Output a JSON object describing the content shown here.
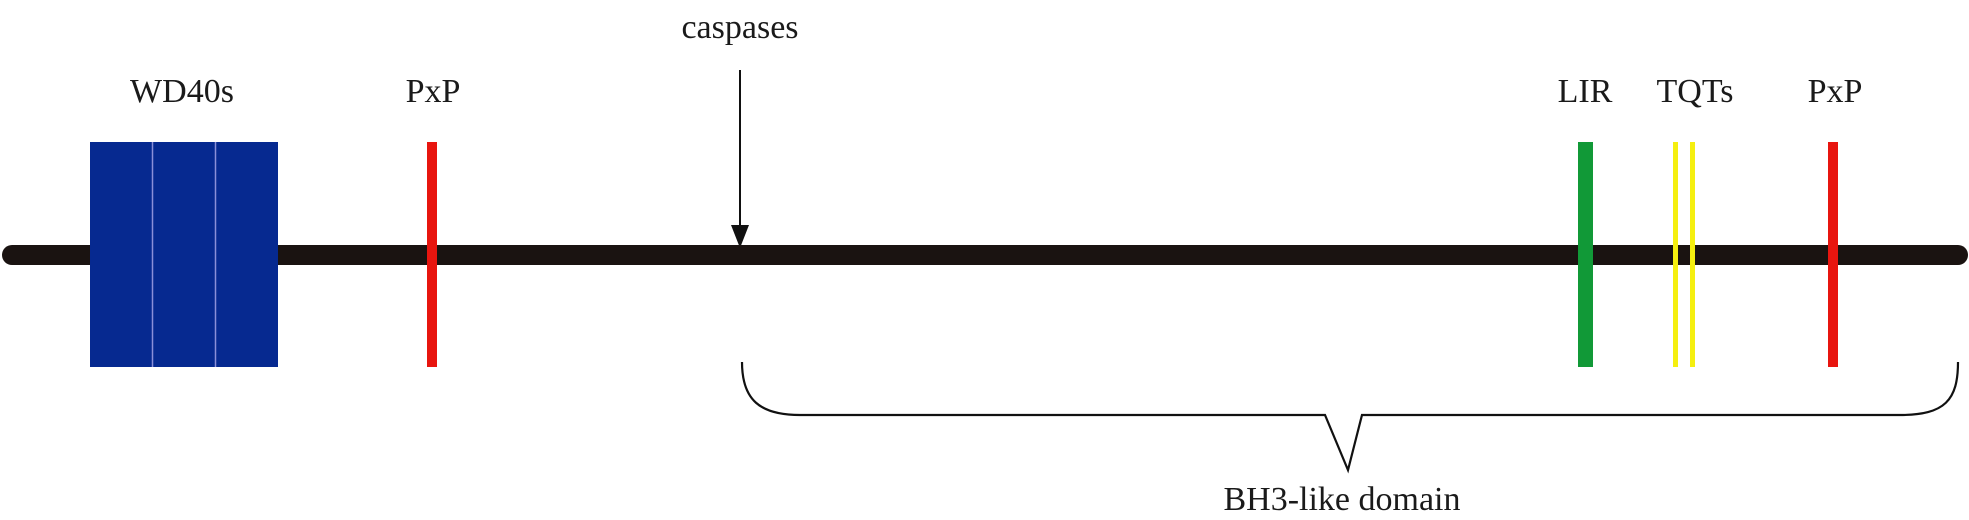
{
  "labels": {
    "caspases": "caspases",
    "wd40s": "WD40s",
    "pxp_left": "PxP",
    "lir": "LIR",
    "tqts": "TQTs",
    "pxp_right": "PxP",
    "bh3_domain": "BH3-like domain"
  },
  "colors": {
    "backbone": "#1a1311",
    "wd40": "#062990",
    "wd40_divider": "#8a8fd8",
    "pxp": "#e8150f",
    "lir": "#119937",
    "tqt": "#f5ef10",
    "arrow": "#111111",
    "brace": "#111111"
  }
}
